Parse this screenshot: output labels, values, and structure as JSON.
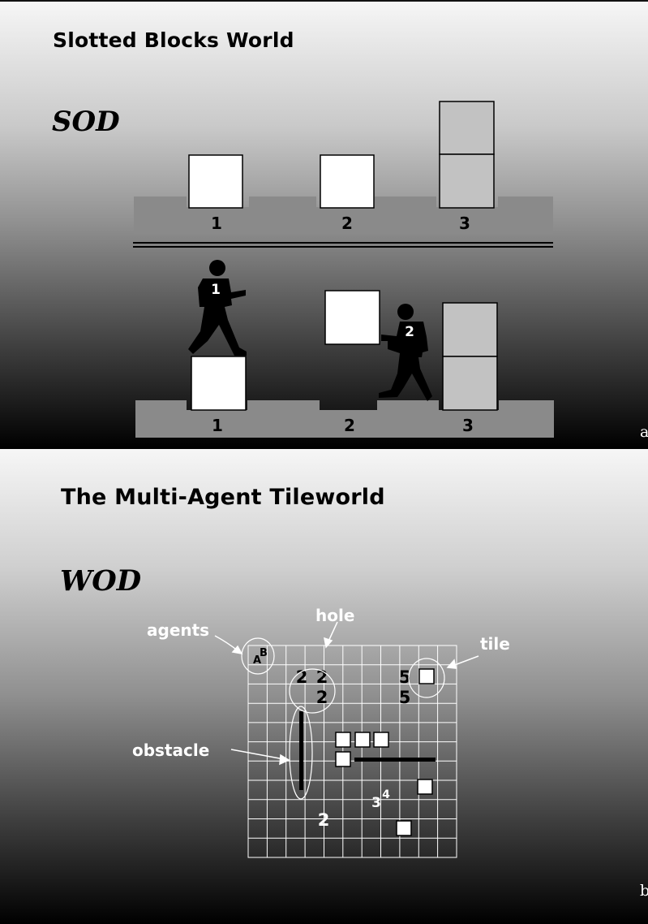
{
  "panel_a": {
    "title": "Slotted Blocks World",
    "subtitle": "SOD",
    "slot_labels_top": [
      "1",
      "2",
      "3"
    ],
    "slot_labels_bottom": [
      "1",
      "2",
      "3"
    ],
    "agent_labels": [
      "1",
      "2"
    ],
    "corner_label": "a"
  },
  "panel_b": {
    "title": "The Multi-Agent Tileworld",
    "subtitle": "WOD",
    "callouts": {
      "agents": "agents",
      "hole": "hole",
      "tile": "tile",
      "obstacle": "obstacle"
    },
    "agent_letters": [
      "A",
      "B"
    ],
    "hole_values": [
      "2",
      "2",
      "2",
      "5",
      "5",
      "2"
    ],
    "hole_value_34": {
      "base": "3",
      "sup": "4"
    },
    "corner_label": "b"
  },
  "colors": {
    "ground": "#8a8a8a",
    "block_white": "#ffffff",
    "block_gray": "#c2c2c2",
    "grid_line": "#ffffff",
    "silhouette": "#000000"
  }
}
